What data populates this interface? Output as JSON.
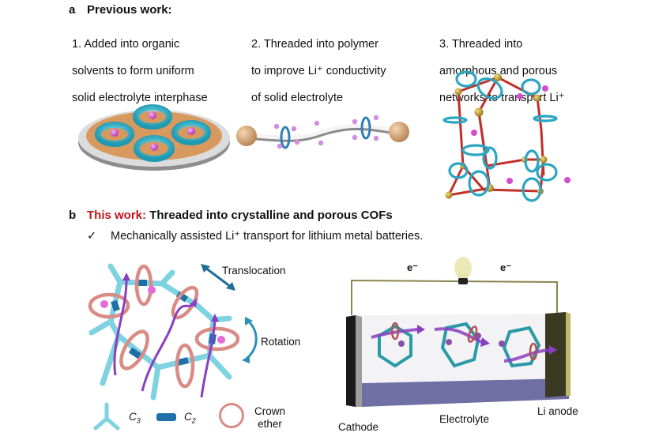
{
  "panel_a": {
    "letter": "a",
    "heading": "Previous work:",
    "items": [
      {
        "lines": [
          "1. Added into organic",
          "solvents to form uniform",
          "solid electrolyte interphase"
        ],
        "illustration": "crown-ether-coated-disc"
      },
      {
        "lines": [
          "2. Threaded into polymer",
          "to improve Li⁺ conductivity",
          "of solid electrolyte"
        ],
        "illustration": "polyrotaxane-chain"
      },
      {
        "lines": [
          "3. Threaded into",
          "amorphous and porous",
          "networks to transport Li⁺"
        ],
        "illustration": "amorphous-network"
      }
    ]
  },
  "panel_b": {
    "letter": "b",
    "heading_highlight": "This work:",
    "heading_rest": " Threaded into crystalline and porous COFs",
    "bullet_mark": "✓",
    "bullet_text": "Mechanically assisted Li⁺ transport for lithium metal batteries.",
    "cof_labels": {
      "translocation": "Translocation",
      "rotation": "Rotation"
    },
    "legend": [
      {
        "symbol": "C",
        "subscript": "3",
        "icon": "tritopic-linker-icon"
      },
      {
        "symbol": "C",
        "subscript": "2",
        "icon": "ditopic-linker-icon"
      },
      {
        "label_lines": [
          "Crown",
          "ether"
        ],
        "icon": "crown-ether-ring-icon"
      }
    ],
    "battery": {
      "electron_left": "e⁻",
      "electron_right": "e⁻",
      "cathode": "Cathode",
      "electrolyte": "Electrolyte",
      "anode": "Li anode"
    }
  },
  "colors": {
    "red_highlight": "#c0161c",
    "crown_ether_cyan": "#2fb3c8",
    "crown_ether_pink": "#d98b86",
    "linker_light_blue": "#7fd3e0",
    "linker_dark_blue": "#1f6fa8",
    "li_ion_magenta": "#d25fd0",
    "arrow_purple": "#8a3fc2",
    "network_red": "#c0302b",
    "node_gold": "#c9a53a",
    "electrolyte_purple": "#6f6fa6",
    "wire_olive": "#8a8450"
  }
}
